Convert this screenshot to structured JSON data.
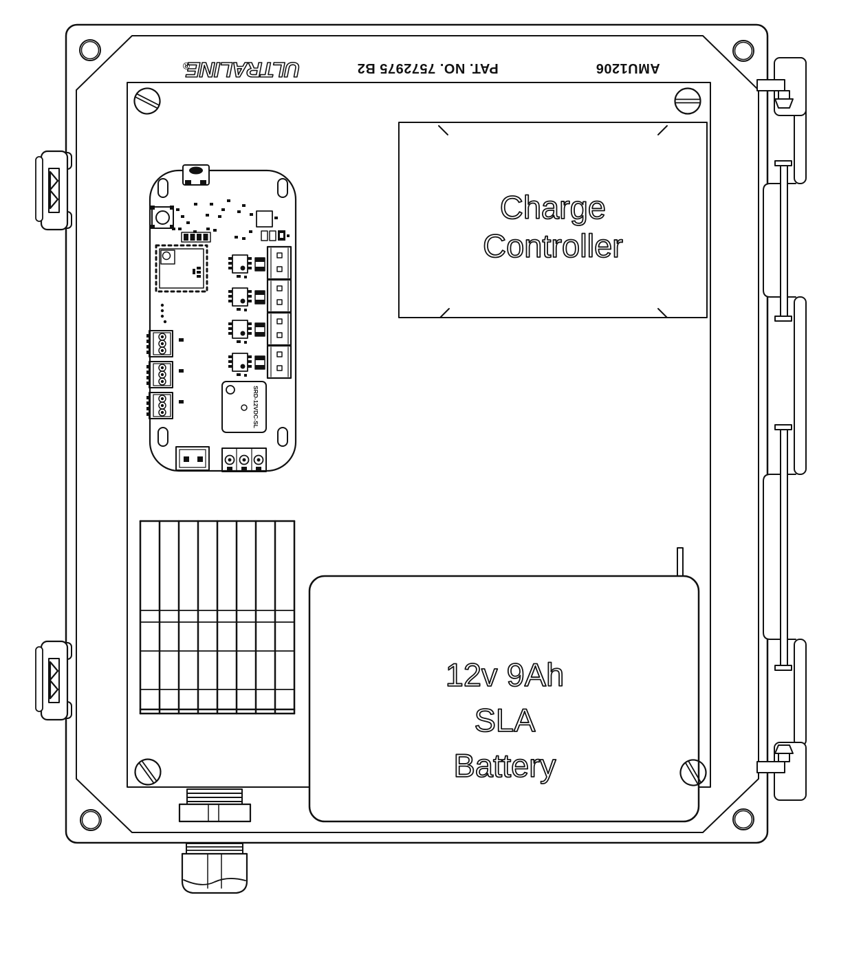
{
  "meta": {
    "drawing_type": "enclosure assembly line drawing",
    "line_color": "#111111",
    "background_color": "#ffffff"
  },
  "markings": {
    "logo_text": "ULTRALINE",
    "registered_symbol": "®",
    "patent_text": "PAT. NO. 7572975 B2",
    "model_text": "AMU1206"
  },
  "components": {
    "charge_controller": {
      "line1": "Charge",
      "line2": "Controller"
    },
    "battery": {
      "line1": "12v 9Ah",
      "line2": "SLA",
      "line3": "Battery"
    },
    "relay_label": "SRD-12VDC-SL"
  }
}
